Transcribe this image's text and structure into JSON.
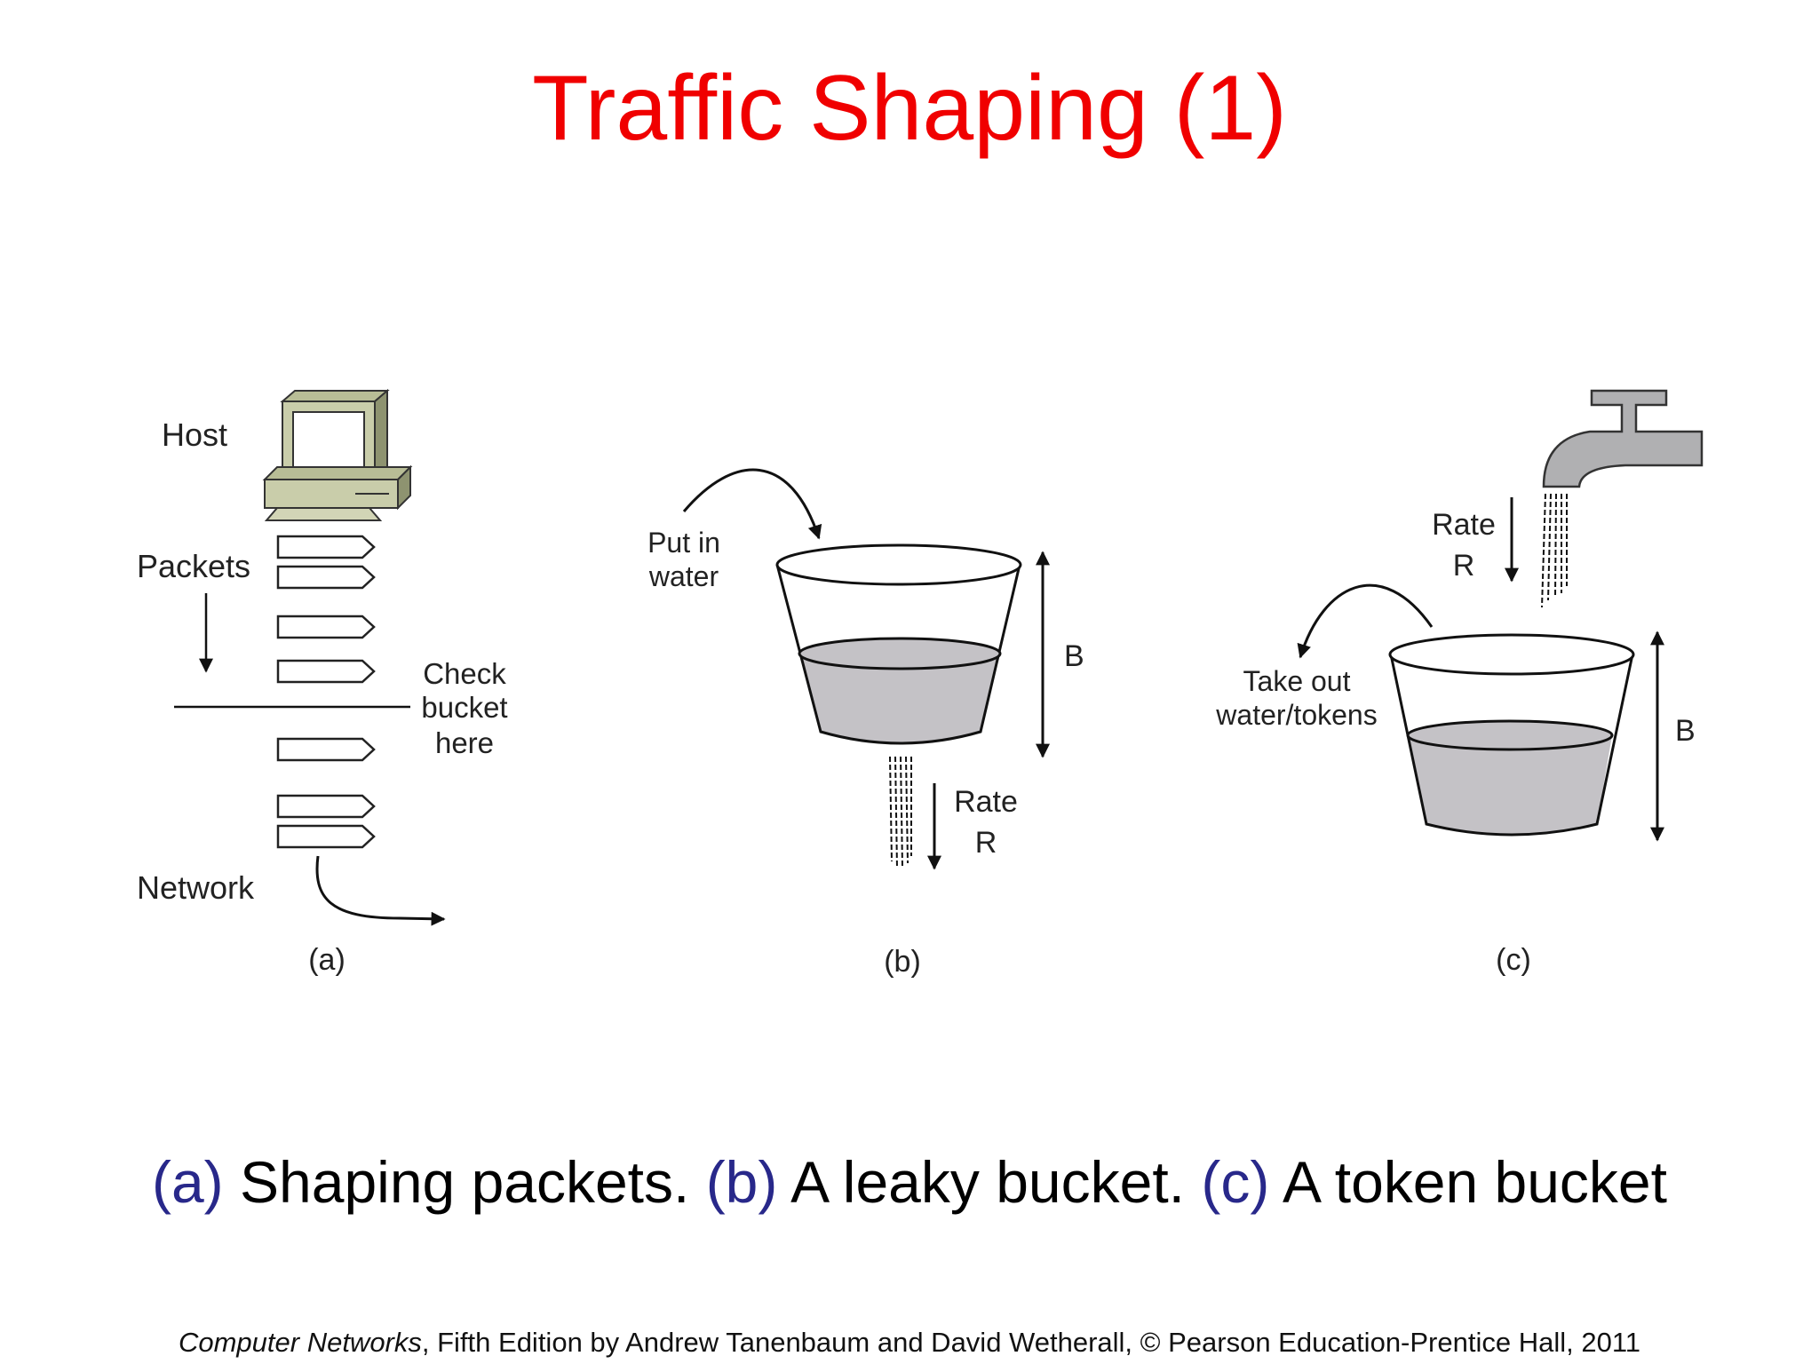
{
  "slide": {
    "title": "Traffic Shaping (1)",
    "title_color": "#f00000"
  },
  "figure": {
    "panel_a": {
      "host_label": "Host",
      "packets_label": "Packets",
      "check_label_line1": "Check",
      "check_label_line2": "bucket",
      "check_label_line3": "here",
      "network_label": "Network",
      "panel_label": "(a)"
    },
    "panel_b": {
      "input_label_line1": "Put in",
      "input_label_line2": "water",
      "capacity_label": "B",
      "rate_label_line1": "Rate",
      "rate_label_line2": "R",
      "panel_label": "(b)"
    },
    "panel_c": {
      "rate_label_line1": "Rate",
      "rate_label_line2": "R",
      "output_label_line1": "Take out",
      "output_label_line2": "water/tokens",
      "capacity_label": "B",
      "panel_label": "(c)"
    }
  },
  "caption": {
    "a_tag": "(a)",
    "a_text": "Shaping packets.",
    "b_tag": "(b)",
    "b_text": "A leaky bucket.",
    "c_tag": "(c)",
    "c_text": "A token bucket",
    "tag_color": "#28288a"
  },
  "footer": {
    "book_title": "Computer Networks",
    "rest": ", Fifth Edition by Andrew Tanenbaum and David Wetherall, © Pearson Education-Prentice Hall, 2011"
  }
}
